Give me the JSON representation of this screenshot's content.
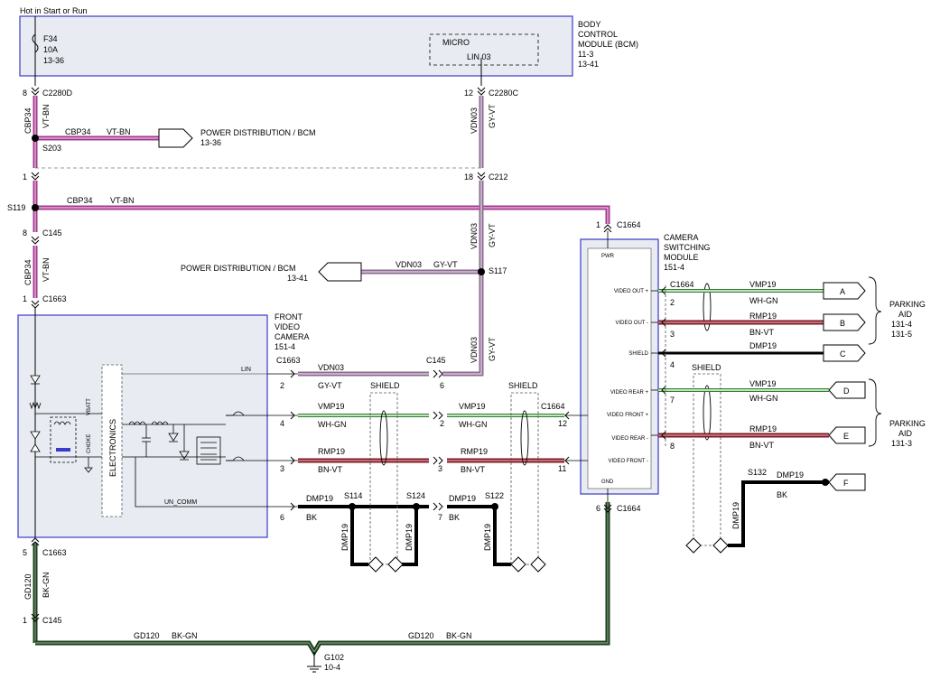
{
  "header": {
    "power_label": "Hot in Start or Run"
  },
  "bcm": {
    "name_lines": [
      "BODY",
      "CONTROL",
      "MODULE (BCM)",
      "11-3",
      "13-41"
    ],
    "fuse": {
      "name": "F34",
      "rating": "10A",
      "ref": "13-36"
    },
    "micro": "MICRO",
    "lin": "LIN 03"
  },
  "connectors": {
    "c2280d": {
      "pin": "8",
      "name": "C2280D"
    },
    "c2280c": {
      "pin": "12",
      "name": "C2280C"
    },
    "c212_left_pin": "1",
    "c212": {
      "pin": "18",
      "name": "C212"
    },
    "c145_top": {
      "pin": "8",
      "name": "C145"
    },
    "c1663_top": {
      "pin": "1",
      "name": "C1663"
    },
    "c1663_camera": "C1663",
    "c145_mid": "C145",
    "c1664_top": {
      "pin": "1",
      "name": "C1664"
    },
    "c1664_inline": "C1664",
    "c1664_right": "C1664",
    "c1664_bottom": {
      "pin": "6",
      "name": "C1664"
    },
    "c1663_bottom": {
      "pin": "5",
      "name": "C1663"
    },
    "c145_bottom": {
      "pin": "1",
      "name": "C145"
    }
  },
  "splices": {
    "s203": "S203",
    "s119": "S119",
    "s117": "S117",
    "s114": "S114",
    "s124": "S124",
    "s122": "S122",
    "s132": "S132"
  },
  "circuits": {
    "cbp34": "CBP34",
    "vt_bn": "VT-BN",
    "vdn03": "VDN03",
    "gy_vt": "GY-VT",
    "vmp19": "VMP19",
    "wh_gn": "WH-GN",
    "rmp19": "RMP19",
    "bn_vt": "BN-VT",
    "dmp19": "DMP19",
    "bk": "BK",
    "gd120": "GD120",
    "bk_gn": "BK-GN"
  },
  "refs": {
    "power_dist_bcm_1": {
      "label": "POWER DISTRIBUTION / BCM",
      "ref": "13-36"
    },
    "power_dist_bcm_2": {
      "label": "POWER DISTRIBUTION / BCM",
      "ref": "13-41"
    }
  },
  "camera": {
    "name_lines": [
      "FRONT",
      "VIDEO",
      "CAMERA",
      "151-4"
    ],
    "electronics": "ELECTRONICS",
    "vbatt": "VBATT",
    "choke": "CHOKE",
    "lin_label": "LIN",
    "un_comm": "UN_COMM",
    "pins": [
      "2",
      "4",
      "3",
      "6"
    ]
  },
  "inline_pins": [
    "6",
    "2",
    "3",
    "7",
    "12",
    "11"
  ],
  "shield_label": "SHIELD",
  "csm": {
    "name_lines": [
      "CAMERA",
      "SWITCHING",
      "MODULE",
      "151-4"
    ],
    "pwr": "PWR",
    "gnd": "GND",
    "pins": [
      {
        "label": "VIDEO OUT +",
        "pin": "2"
      },
      {
        "label": "VIDEO OUT -",
        "pin": "3"
      },
      {
        "label": "SHIELD",
        "pin": "4"
      },
      {
        "label": "VIDEO REAR +",
        "pin": "7"
      },
      {
        "label": "VIDEO FRONT +",
        "pin": "12"
      },
      {
        "label": "VIDEO REAR -",
        "pin": "8"
      },
      {
        "label": "VIDEO FRONT -",
        "pin": "11"
      }
    ]
  },
  "parking_aid_1": {
    "lines": [
      "PARKING",
      "AID",
      "131-4",
      "131-5"
    ]
  },
  "parking_aid_2": {
    "lines": [
      "PARKING",
      "AID",
      "131-3"
    ]
  },
  "tags": [
    "A",
    "B",
    "C",
    "D",
    "E",
    "F"
  ],
  "ground": {
    "name": "G102",
    "ref": "10-4"
  },
  "colors": {
    "vt_bn": "#a03c8c",
    "vt_bn_light": "#e9a6dc",
    "gy_vt": "#8a6e8e",
    "gy_vt_light": "#d9c4dd",
    "wh_gn": "#2e7d32",
    "wh_gn_light": "#d9f2d0",
    "bn_vt": "#7a1a28",
    "bn_vt_light": "#d98a8a",
    "gd120": "#1b3d1b",
    "gd120_light": "#7fa07f",
    "module_border": "#3a3ac8",
    "module_fill": "#e8ecf2"
  }
}
